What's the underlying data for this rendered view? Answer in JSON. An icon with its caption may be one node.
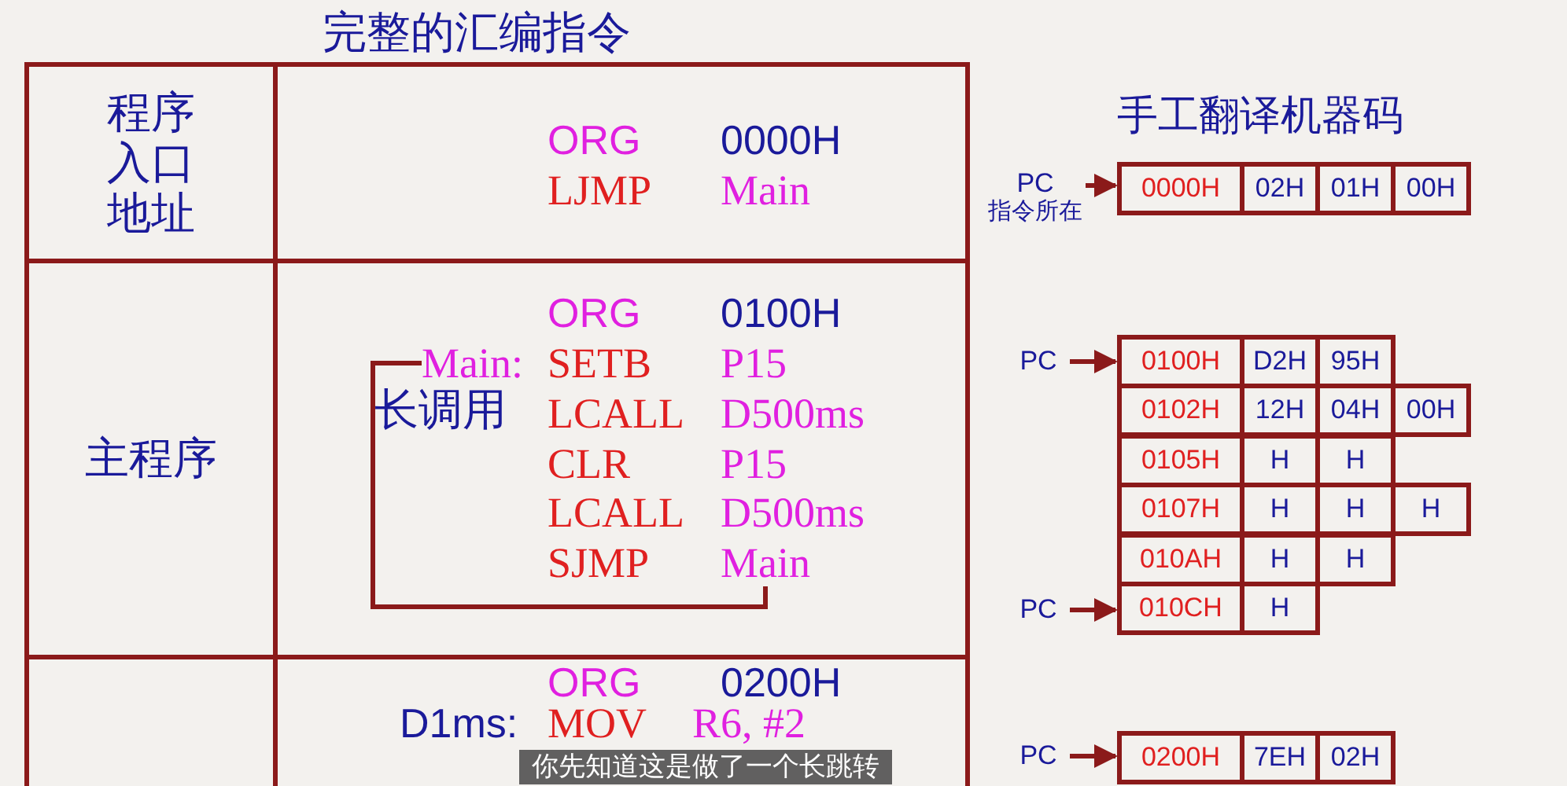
{
  "diagram": {
    "title": "完整的汇编指令",
    "nodes": [
      {
        "text": [
          "程序入口地址"
        ]
      },
      {
        "text": [
          "主程序"
        ]
      },
      {
        "text": [
          "Main:"
        ]
      },
      {
        "text": [
          "Main"
        ]
      },
      {
        "text": [
          "PC",
          "指令所在"
        ]
      },
      {
        "text": [
          "0000H"
        ]
      },
      {
        "text": [
          "02H"
        ]
      },
      {
        "text": [
          "01H"
        ]
      },
      {
        "text": [
          "00H"
        ]
      },
      {
        "text": [
          "PC"
        ]
      },
      {
        "text": [
          "0100H"
        ]
      },
      {
        "text": [
          "D2H"
        ]
      },
      {
        "text": [
          "95H"
        ]
      },
      {
        "text": [
          "0102H"
        ]
      },
      {
        "text": [
          "12H"
        ]
      },
      {
        "text": [
          "04H"
        ]
      },
      {
        "text": [
          "00H"
        ]
      },
      {
        "text": [
          "0105H"
        ]
      },
      {
        "text": [
          "H"
        ]
      },
      {
        "text": [
          "H"
        ]
      },
      {
        "text": [
          "0107H"
        ]
      },
      {
        "text": [
          "H"
        ]
      },
      {
        "text": [
          "H"
        ]
      },
      {
        "text": [
          "H"
        ]
      },
      {
        "text": [
          "010AH"
        ]
      },
      {
        "text": [
          "H"
        ]
      },
      {
        "text": [
          "H"
        ]
      },
      {
        "text": [
          "PC"
        ]
      },
      {
        "text": [
          "010CH"
        ]
      },
      {
        "text": [
          "H"
        ]
      },
      {
        "text": [
          "PC"
        ]
      },
      {
        "text": [
          "0200H"
        ]
      },
      {
        "text": [
          "7EH"
        ]
      },
      {
        "text": [
          "02H"
        ]
      }
    ],
    "edges": [
      {
        "from": 3,
        "to": 2,
        "arrow": "none"
      },
      {
        "from": 4,
        "to": 5,
        "arrow": "to"
      },
      {
        "from": 9,
        "to": 10,
        "arrow": "to"
      },
      {
        "from": 27,
        "to": 28,
        "arrow": "to"
      },
      {
        "from": 30,
        "to": 31,
        "arrow": "to"
      }
    ],
    "labels": [
      "ORG",
      "0000H",
      "LJMP",
      "Main",
      "ORG",
      "0100H",
      "SETB",
      "P15",
      "长调用",
      "LCALL",
      "D500ms",
      "CLR",
      "P15",
      "LCALL",
      "D500ms",
      "SJMP",
      "ORG",
      "0200H",
      "D1ms:",
      "MOV",
      "R6, #2",
      "手工翻译机器码",
      "你先知道这是做了一个长跳转"
    ]
  }
}
